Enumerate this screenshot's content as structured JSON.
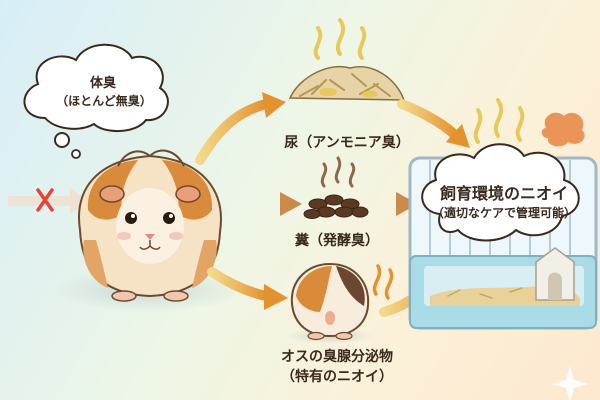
{
  "labels": {
    "body_odor_title": "体臭",
    "body_odor_sub": "（ほとんど無臭）",
    "urine": "尿（アンモニア臭）",
    "feces": "糞（発酵臭）",
    "gland_line1": "オスの臭腺分泌物",
    "gland_line2": "（特有のニオイ）",
    "cage_title": "飼育環境のニオイ",
    "cage_sub": "（適切なケアで管理可能）"
  },
  "colors": {
    "odor_wave": "#e8c85a",
    "arrow": "#e6a33c",
    "cage": "#9fb8c6",
    "guinea_orange": "#d98a3a"
  },
  "icons": [
    "cross-mark-icon",
    "sparkle-icon"
  ]
}
